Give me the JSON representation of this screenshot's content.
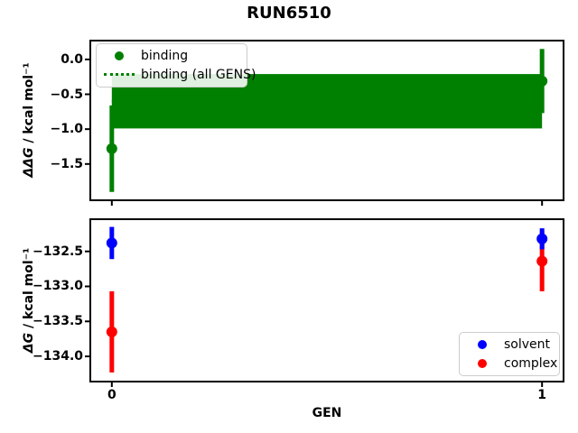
{
  "figure": {
    "title": "RUN6510",
    "background": "#ffffff",
    "text_color": "#000000"
  },
  "chart_data": [
    {
      "id": "binding-ddg",
      "type": "scatter",
      "ylabel_math": "ΔΔG",
      "ylabel_rest": " / kcal mol⁻¹",
      "xlim": [
        -0.05,
        1.05
      ],
      "ylim": [
        -2.02,
        0.27
      ],
      "yticks": [
        0.0,
        -0.5,
        -1.0,
        -1.5
      ],
      "ytick_labels": [
        "0.0",
        "−0.5",
        "−1.0",
        "−1.5"
      ],
      "xticks": [
        0,
        1
      ],
      "xtick_labels": [
        "0",
        "1"
      ],
      "show_xtick_labels": false,
      "grid": false,
      "series": [
        {
          "name": "binding",
          "color": "#008000",
          "x": [
            0,
            1
          ],
          "y": [
            -1.28,
            -0.31
          ],
          "yerr": [
            0.62,
            0.46
          ]
        }
      ],
      "band": {
        "name": "binding (all GENS)",
        "color": "#008000",
        "x": [
          0,
          1
        ],
        "mean": -0.6,
        "err": 0.39,
        "linestyle": "dotted"
      },
      "legend": {
        "position": "upper-left",
        "entries": [
          {
            "label": "binding",
            "marker": "circle",
            "color": "#008000"
          },
          {
            "label": "binding (all GENS)",
            "marker": "dotted-line",
            "color": "#008000"
          }
        ]
      }
    },
    {
      "id": "dg-solvent-complex",
      "type": "scatter",
      "ylabel_math": "ΔG",
      "ylabel_rest": " / kcal mol⁻¹",
      "xlabel": "GEN",
      "xlim": [
        -0.05,
        1.05
      ],
      "ylim": [
        -134.36,
        -132.04
      ],
      "yticks": [
        -132.5,
        -133.0,
        -133.5,
        -134.0
      ],
      "ytick_labels": [
        "−132.5",
        "−133.0",
        "−133.5",
        "−134.0"
      ],
      "xticks": [
        0,
        1
      ],
      "xtick_labels": [
        "0",
        "1"
      ],
      "show_xtick_labels": true,
      "grid": false,
      "series": [
        {
          "name": "solvent",
          "color": "#0000ff",
          "x": [
            0,
            1
          ],
          "y": [
            -132.38,
            -132.32
          ],
          "yerr": [
            0.23,
            0.15
          ]
        },
        {
          "name": "complex",
          "color": "#ff0000",
          "x": [
            0,
            1
          ],
          "y": [
            -133.65,
            -132.64
          ],
          "yerr": [
            0.58,
            0.43
          ]
        }
      ],
      "legend": {
        "position": "lower-right",
        "entries": [
          {
            "label": "solvent",
            "marker": "circle",
            "color": "#0000ff"
          },
          {
            "label": "complex",
            "marker": "circle",
            "color": "#ff0000"
          }
        ]
      }
    }
  ]
}
